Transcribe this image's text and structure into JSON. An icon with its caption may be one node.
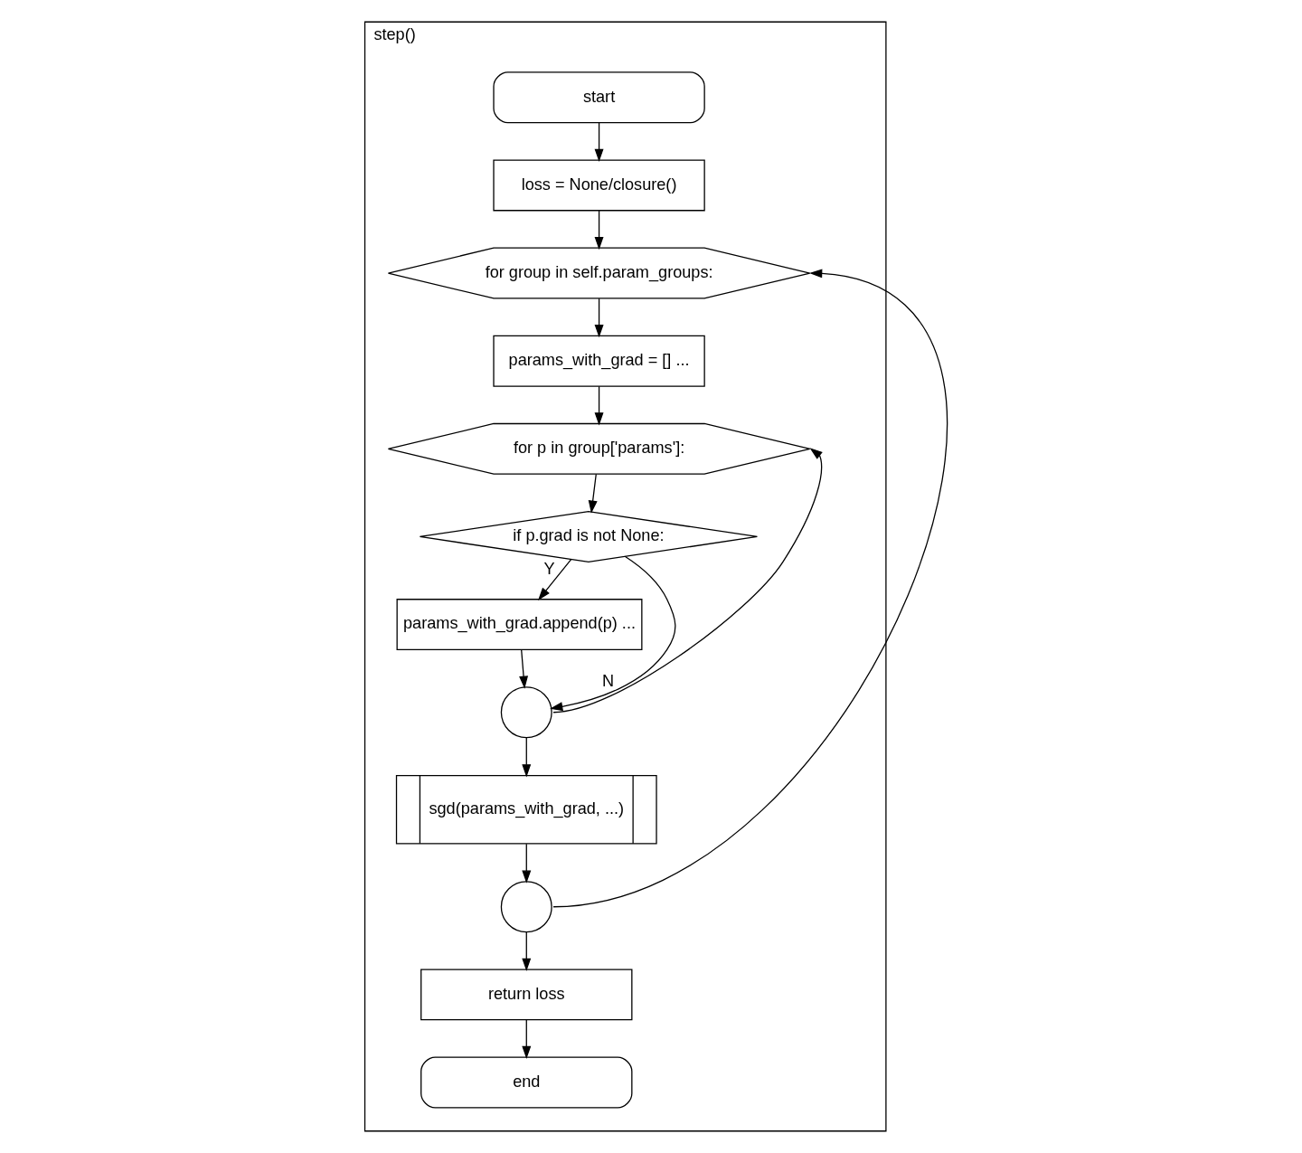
{
  "diagram": {
    "nodes": [
      {
        "text": [
          "step()"
        ]
      },
      {
        "text": [
          "start"
        ],
        "in": 0
      },
      {
        "text": [
          "loss = None/closure()"
        ],
        "in": 0
      },
      {
        "text": [
          "for group in self.param_groups:"
        ],
        "in": 0
      },
      {
        "text": [
          "params_with_grad = [] ..."
        ],
        "in": 0
      },
      {
        "text": [
          "for p in group['params']:"
        ],
        "in": 0
      },
      {
        "text": [
          "if p.grad is not None:"
        ],
        "in": 0
      },
      {
        "text": [
          "params_with_grad.append(p) ..."
        ],
        "in": 0
      },
      {
        "text": [],
        "shape": "circle",
        "in": 0
      },
      {
        "text": [
          "sgd(params_with_grad, ...)"
        ],
        "in": 0
      },
      {
        "text": [],
        "shape": "circle",
        "in": 0
      },
      {
        "text": [
          "return loss"
        ],
        "in": 0
      },
      {
        "text": [
          "end"
        ],
        "in": 0
      }
    ],
    "edges": [
      {
        "from": 1,
        "to": 2,
        "arrow": "to"
      },
      {
        "from": 2,
        "to": 3,
        "arrow": "to"
      },
      {
        "from": 3,
        "to": 4,
        "arrow": "to"
      },
      {
        "from": 4,
        "to": 5,
        "arrow": "to"
      },
      {
        "from": 5,
        "to": 6,
        "arrow": "to"
      },
      {
        "from": 6,
        "to": 7,
        "arrow": "to",
        "label": "Y"
      },
      {
        "from": 6,
        "to": 8,
        "arrow": "to",
        "label": "N"
      },
      {
        "from": 7,
        "to": 8,
        "arrow": "to"
      },
      {
        "from": 8,
        "to": 5,
        "arrow": "to"
      },
      {
        "from": 8,
        "to": 9,
        "arrow": "to"
      },
      {
        "from": 9,
        "to": 10,
        "arrow": "to"
      },
      {
        "from": 10,
        "to": 3,
        "arrow": "to"
      },
      {
        "from": 10,
        "to": 11,
        "arrow": "to"
      },
      {
        "from": 11,
        "to": 12,
        "arrow": "to"
      }
    ]
  }
}
